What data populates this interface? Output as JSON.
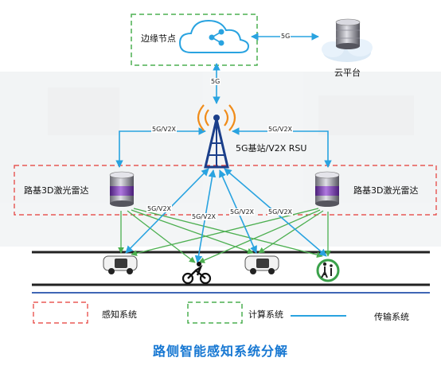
{
  "nodes": {
    "edge_node": "边缘节点",
    "cloud_platform": "云平台",
    "base_station": "5G基站/V2X RSU",
    "lidar_left": "路基3D激光雷达",
    "lidar_right": "路基3D激光雷达"
  },
  "links": {
    "edge_to_cloud": "5G",
    "edge_to_station": "5G",
    "lidar_left_to_station": "5G/V2X",
    "lidar_right_to_station": "5G/V2X",
    "lower_1": "5G/V2X",
    "lower_2": "5G/V2X",
    "lower_3": "5G/V2X",
    "lower_4": "5G/V2X"
  },
  "legend": {
    "perception": "感知系统",
    "computing": "计算系统",
    "transmission": "传输系统"
  },
  "title": "路侧智能感知系统分解",
  "colors": {
    "perception_border": "#e53935",
    "computing_border": "#4caf50",
    "transmission_line": "#29a3e0",
    "title": "#1677d2",
    "lidar_purple": "#7b3fb3"
  },
  "icons": [
    "share-icon",
    "database-icon",
    "cloud-icon",
    "tower-icon",
    "lidar-icon",
    "car-icon",
    "cyclist-icon",
    "pedestrian-icon"
  ]
}
